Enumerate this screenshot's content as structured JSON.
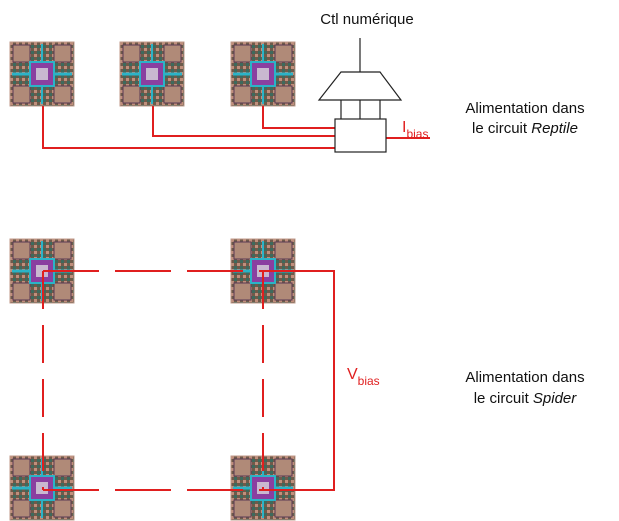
{
  "top": {
    "control_label": "Ctl numérique",
    "current_label": "I",
    "current_sub": "bias",
    "caption_line1": "Alimentation dans",
    "caption_line2_prefix": "le circuit ",
    "caption_line2_name": "Reptile"
  },
  "bottom": {
    "voltage_label": "V",
    "voltage_sub": "bias",
    "caption_line1": "Alimentation dans",
    "caption_line2_prefix": "le circuit ",
    "caption_line2_name": "Spider"
  },
  "colors": {
    "wire": "#e01f1f",
    "outline": "#222222",
    "chip_border": "#c09a8a",
    "chip_core": "#8a3fa0",
    "chip_accent": "#2bb3c7"
  }
}
